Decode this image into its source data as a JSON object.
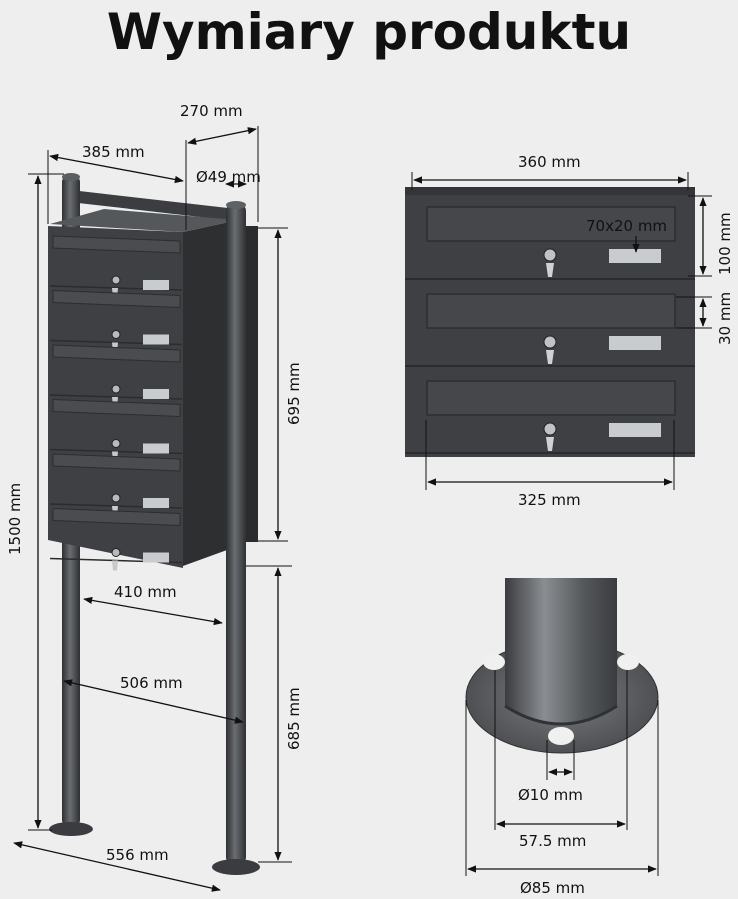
{
  "title": "Wymiary produktu",
  "colors": {
    "background": "#eeeeee",
    "box": "#3e4043",
    "box_dark": "#2d2f31",
    "post": "#4a4c4f",
    "nameplate": "#c9ccce",
    "text": "#111111"
  },
  "dimensions": {
    "depth": "270 mm",
    "width_top": "385 mm",
    "pipe_diameter": "Ø49 mm",
    "total_height": "1500 mm",
    "box_height": "695 mm",
    "inner_width": "410 mm",
    "post_spacing": "506 mm",
    "leg_height": "685 mm",
    "base_width": "556 mm",
    "front_width": "360 mm",
    "nameplate": "70x20 mm",
    "compartment_height": "100 mm",
    "slot_height": "30 mm",
    "slot_width": "325 mm",
    "hole_diameter": "Ø10 mm",
    "hole_spacing": "57.5 mm",
    "flange_diameter": "Ø85 mm"
  }
}
